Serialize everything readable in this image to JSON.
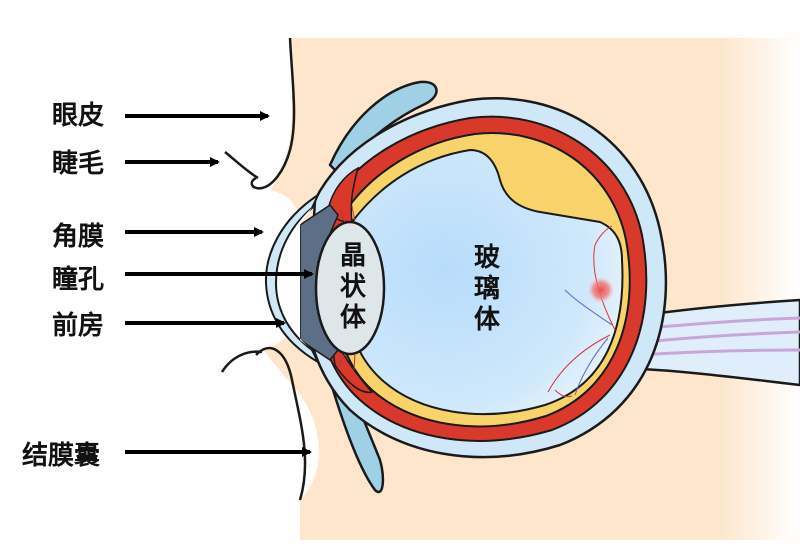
{
  "labels": {
    "eyelid": "眼皮",
    "eyelash": "睫毛",
    "cornea": "角膜",
    "pupil": "瞳孔",
    "anterior_chamber": "前房",
    "conjunctival_sac": "结膜囊"
  },
  "inner_labels": {
    "lens": [
      "晶",
      "状",
      "体"
    ],
    "vitreous": [
      "玻",
      "璃",
      "体"
    ]
  },
  "colors": {
    "skin": "#fde6cc",
    "sclera": "#cfe8f8",
    "vitreous": "#bfe0fb",
    "choroid": "#d8392b",
    "retina": "#f7d36a",
    "lens": "#dfe6ea",
    "iris": "#5d6f86",
    "macula": "#ee4d4d",
    "outline": "#1a1a1a",
    "arrow": "#000000"
  }
}
